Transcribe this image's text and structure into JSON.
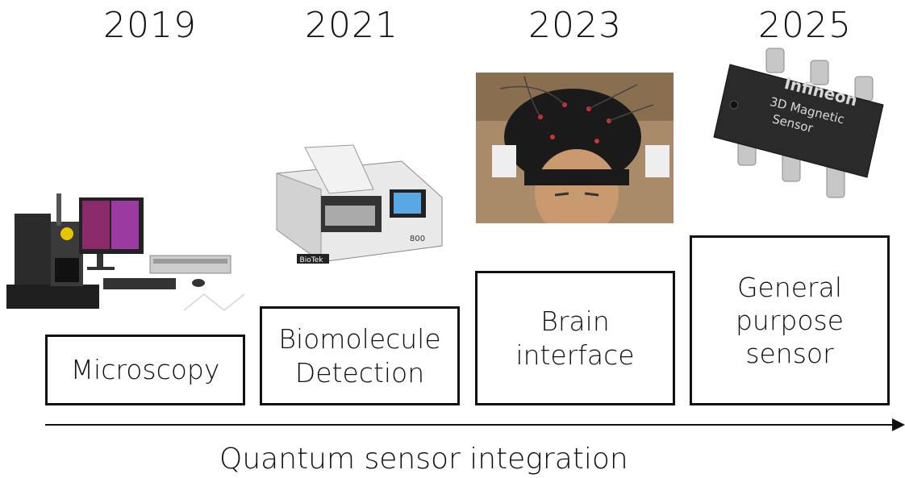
{
  "years": [
    "2019",
    "2021",
    "2023",
    "2025"
  ],
  "stages": [
    {
      "label": "Microscopy"
    },
    {
      "label": "Biomolecule\nDetection"
    },
    {
      "label": "Brain\ninterface"
    },
    {
      "label": "General\npurpose\nsensor"
    }
  ],
  "chip_text": {
    "brand": "Infineon",
    "line1": "3D Magnetic",
    "line2": "Sensor"
  },
  "reader_brand": "BioTek",
  "reader_model": "800",
  "axis_caption": "Quantum sensor integration"
}
